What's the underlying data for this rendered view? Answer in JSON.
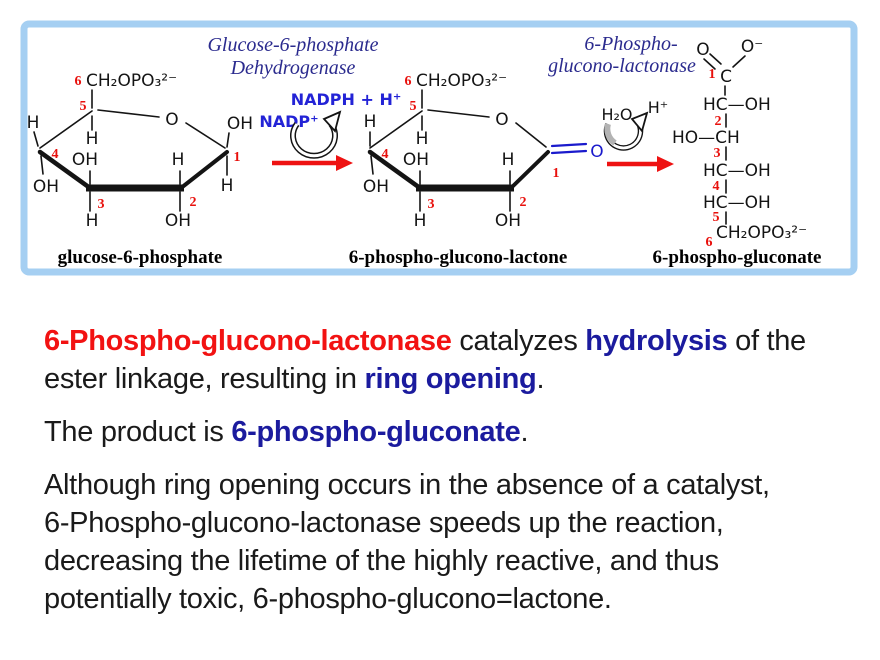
{
  "slide": {
    "diagram": {
      "enzyme1": {
        "line1": "Glucose-6-phosphate",
        "line2": "Dehydrogenase"
      },
      "enzyme2": {
        "line1": "6-Phospho-",
        "line2": "glucono-lactonase"
      },
      "cofactors": {
        "nadph": "NADPH + H⁺",
        "nadp": "NADP⁺",
        "h2o": "H₂O",
        "hplus": "H⁺"
      },
      "sym": {
        "h": "H",
        "oh": "OH",
        "o": "O",
        "phosphate": "CH₂OPO₃²⁻",
        "o_minus": "O⁻",
        "c": "C",
        "hc_oh": "HC—OH",
        "ho_ch": "HO—CH"
      },
      "nums": {
        "n1": "1",
        "n2": "2",
        "n3": "3",
        "n4": "4",
        "n5": "5",
        "n6": "6"
      },
      "labels": {
        "m1": "glucose-6-phosphate",
        "m2": "6-phospho-glucono-lactone",
        "m3": "6-phospho-gluconate"
      },
      "colors": {
        "border": "#a5cff2",
        "red_accent": "#ee1212",
        "enzyme_blue": "#2b2b8e",
        "cofactor_blue": "#2323d6",
        "bond_blue": "#1a1acc"
      }
    },
    "text": {
      "p1": {
        "seg1": "6-Phospho-glucono-lactonase",
        "seg2": " catalyzes ",
        "seg3": "hydrolysis",
        "seg4": " of the",
        "seg5": "ester linkage, resulting in ",
        "seg6": "ring opening",
        "seg7": "."
      },
      "p2": {
        "seg1": "The product is ",
        "seg2": "6-phospho-gluconate",
        "seg3": "."
      },
      "p3": {
        "line1": "Although ring opening occurs in the absence of a catalyst,",
        "line2": "6-Phospho-glucono-lactonase speeds up the reaction,",
        "line3": "decreasing the lifetime of the highly reactive, and thus",
        "line4": "potentially toxic, 6-phospho-glucono=lactone."
      }
    }
  }
}
